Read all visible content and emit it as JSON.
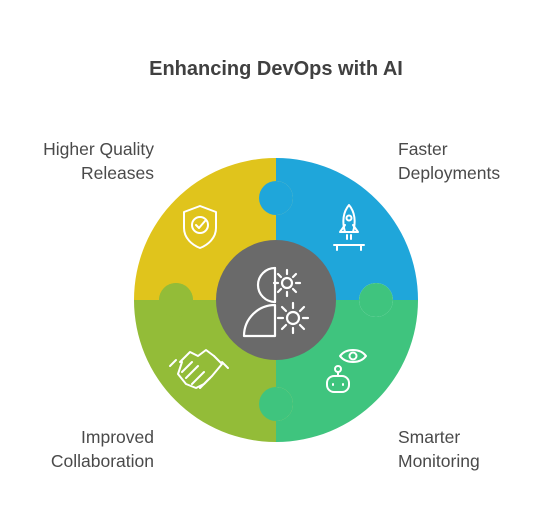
{
  "title": "Enhancing DevOps with AI",
  "colors": {
    "top_left": "#e0c41c",
    "top_right": "#1fa6da",
    "bottom_right": "#3fc47e",
    "bottom_left": "#93bc38",
    "center": "#6a6a6a",
    "icon_stroke": "#ffffff"
  },
  "segments": {
    "top_left": {
      "line1": "Higher Quality",
      "line2": "Releases",
      "icon": "shield-check-icon"
    },
    "top_right": {
      "line1": "Faster",
      "line2": "Deployments",
      "icon": "rocket-icon"
    },
    "bottom_left": {
      "line1": "Improved",
      "line2": "Collaboration",
      "icon": "handshake-icon"
    },
    "bottom_right": {
      "line1": "Smarter",
      "line2": "Monitoring",
      "icon": "robot-eye-icon"
    }
  },
  "center_icon": "ai-head-gears-icon"
}
